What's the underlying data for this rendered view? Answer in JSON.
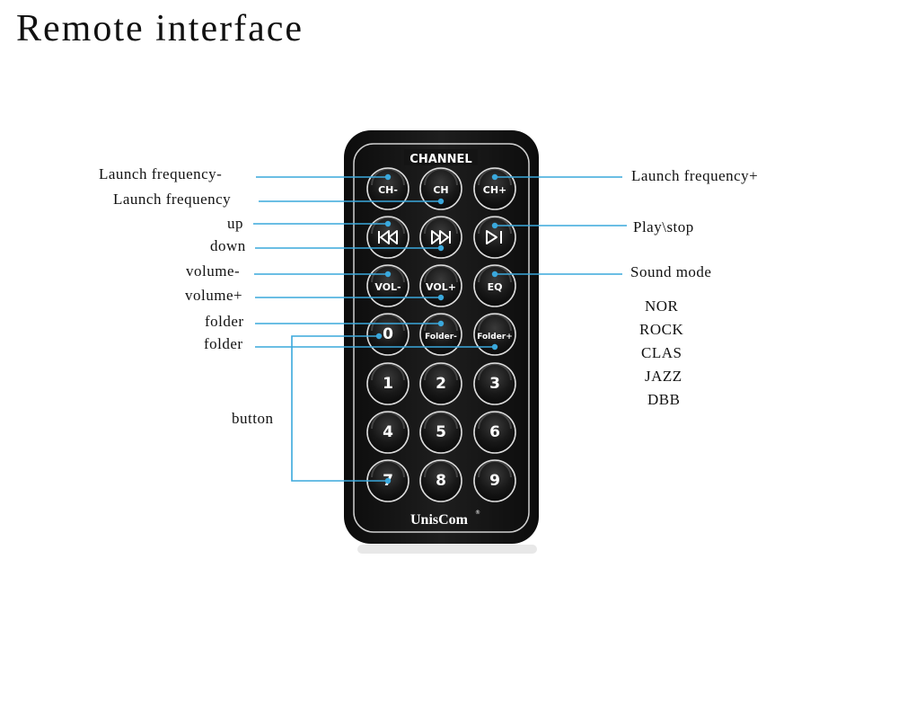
{
  "title": "Remote interface",
  "remote": {
    "brand": "UnisCom",
    "group_label": "CHANNEL",
    "buttons": [
      [
        "CH-",
        "CH",
        "CH+"
      ],
      [
        "prev-icon",
        "next-icon",
        "play-pause-icon"
      ],
      [
        "VOL-",
        "VOL+",
        "EQ"
      ],
      [
        "0",
        "Folder-",
        "Folder+"
      ],
      [
        "1",
        "2",
        "3"
      ],
      [
        "4",
        "5",
        "6"
      ],
      [
        "7",
        "8",
        "9"
      ]
    ]
  },
  "left_labels": {
    "launch_frequency_minus": "Launch frequency-",
    "launch_frequency": "Launch frequency",
    "up": "up",
    "down": "down",
    "volume_minus": "volume-",
    "volume_plus": "volume+",
    "folder_1": "folder",
    "folder_2": "folder",
    "button": "button"
  },
  "right_labels": {
    "launch_frequency_plus": "Launch frequency+",
    "play_stop": "Play\\stop",
    "sound_mode": "Sound mode"
  },
  "sound_modes": [
    "NOR",
    "ROCK",
    "CLAS",
    "JAZZ",
    "DBB"
  ],
  "colors": {
    "leader_line": "#3aa8dc",
    "remote_body": "#141414",
    "button_face": "#1a1a1a"
  }
}
